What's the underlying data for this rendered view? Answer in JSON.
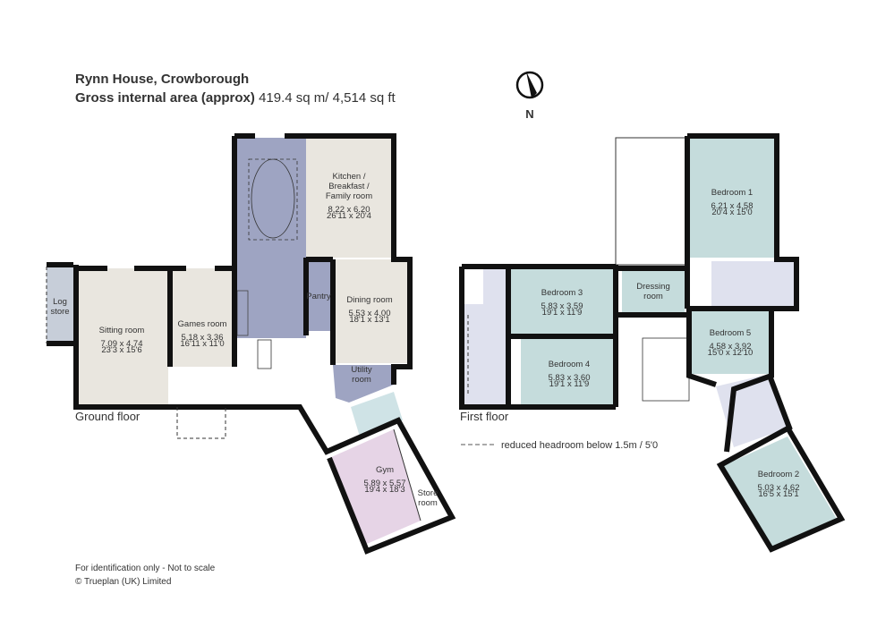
{
  "header": {
    "property": "Rynn House, Crowborough",
    "area_label": "Gross internal area (approx)",
    "area_value": "419.4 sq m/ 4,514 sq ft"
  },
  "north": {
    "icon": "north-arrow-icon",
    "label": "N"
  },
  "ground_floor": {
    "label": "Ground floor",
    "rooms": [
      {
        "name": "Log store",
        "lines": [
          "Log",
          "store"
        ]
      },
      {
        "name": "Sitting room",
        "lines": [
          "Sitting room",
          "7.09  x  4.74",
          "23'3  x  15'6"
        ]
      },
      {
        "name": "Games room",
        "lines": [
          "Games room",
          "5.18  x  3.36",
          "16'11  x  11'0"
        ]
      },
      {
        "name": "Kitchen",
        "lines": [
          "Kitchen /",
          "Breakfast /",
          "Family room",
          "8.22  x  6.20",
          "26'11  x  20'4"
        ]
      },
      {
        "name": "Pantry",
        "lines": [
          "Pantry"
        ]
      },
      {
        "name": "Dining room",
        "lines": [
          "Dining room",
          "5.53  x  4.00",
          "18'1  x  13'1"
        ]
      },
      {
        "name": "Utility room",
        "lines": [
          "Utility",
          "room"
        ]
      },
      {
        "name": "Gym",
        "lines": [
          "Gym",
          "5.89  x  5.57",
          "19'4  x  18'3"
        ]
      },
      {
        "name": "Store room",
        "lines": [
          "Store",
          "room"
        ]
      }
    ]
  },
  "first_floor": {
    "label": "First floor",
    "rooms": [
      {
        "name": "Bedroom 1",
        "lines": [
          "Bedroom 1",
          "6.21  x  4.58",
          "20'4  x  15'0"
        ]
      },
      {
        "name": "Bedroom 3",
        "lines": [
          "Bedroom 3",
          "5.83  x  3.59",
          "19'1  x  11'9"
        ]
      },
      {
        "name": "Dressing room",
        "lines": [
          "Dressing",
          "room"
        ]
      },
      {
        "name": "Bedroom 4",
        "lines": [
          "Bedroom 4",
          "5.83  x  3.60",
          "19'1  x  11'9"
        ]
      },
      {
        "name": "Bedroom 5",
        "lines": [
          "Bedroom 5",
          "4.58  x  3.92",
          "15'0  x  12'10"
        ]
      },
      {
        "name": "Bedroom 2",
        "lines": [
          "Bedroom 2",
          "5.03  x  4.62",
          "16'5  x  15'1"
        ]
      }
    ]
  },
  "legend": {
    "text": "reduced headroom below 1.5m / 5'0"
  },
  "footer": {
    "note": "For identification only - Not to scale",
    "copyright": "©  Trueplan (UK) Limited"
  },
  "colors": {
    "living": "#e9e6df",
    "service": "#9ea4c2",
    "bedroom": "#c5dcdc",
    "bathroom": "#dfe1ee",
    "gym": "#e6d4e6",
    "store": "#c7ced9"
  }
}
